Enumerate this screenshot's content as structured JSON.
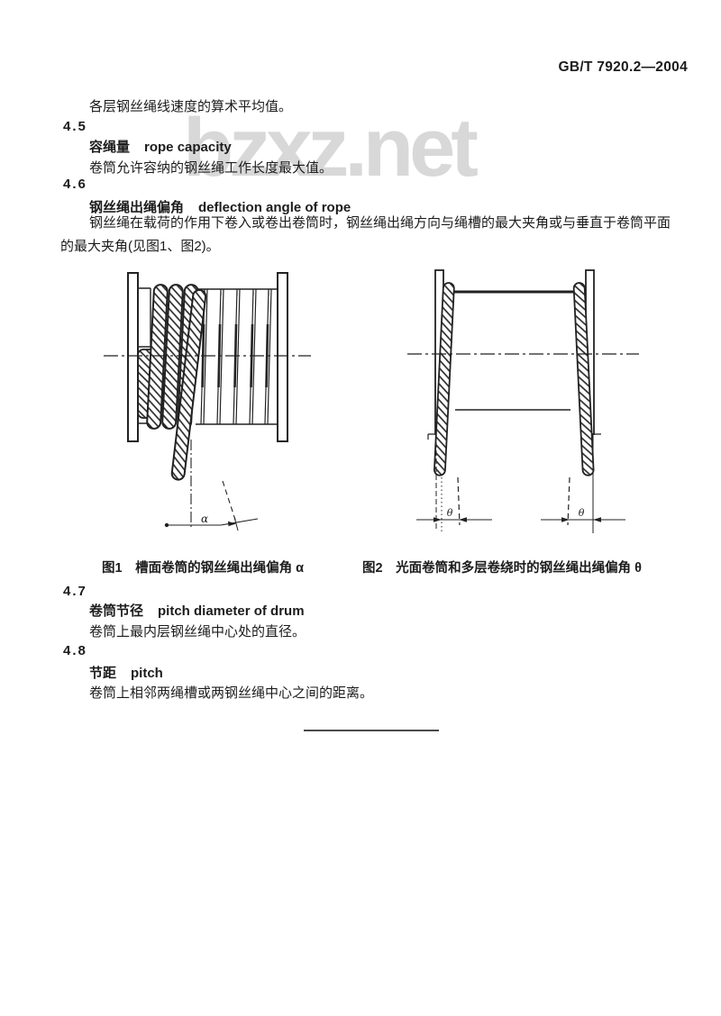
{
  "header": {
    "standard_code": "GB/T 7920.2—2004"
  },
  "watermark": {
    "text": "bzxz.net"
  },
  "content": {
    "intro_line": "各层钢丝绳线速度的算术平均值。",
    "sections": [
      {
        "number": "4.5",
        "term_cn": "容绳量",
        "term_en": "rope capacity",
        "definition": "卷筒允许容纳的钢丝绳工作长度最大值。"
      },
      {
        "number": "4.6",
        "term_cn": "钢丝绳出绳偏角",
        "term_en": "deflection angle of rope",
        "definition": "钢丝绳在载荷的作用下卷入或卷出卷筒时，钢丝绳出绳方向与绳槽的最大夹角或与垂直于卷筒平面的最大夹角(见图1、图2)。"
      },
      {
        "number": "4.7",
        "term_cn": "卷筒节径",
        "term_en": "pitch diameter of drum",
        "definition": "卷筒上最内层钢丝绳中心处的直径。"
      },
      {
        "number": "4.8",
        "term_cn": "节距",
        "term_en": "pitch",
        "definition": "卷筒上相邻两绳槽或两钢丝绳中心之间的距离。"
      }
    ]
  },
  "figures": [
    {
      "caption": "图1　槽面卷筒的钢丝绳出绳偏角 α",
      "angle_label": "α"
    },
    {
      "caption": "图2　光面卷筒和多层卷绕时的钢丝绳出绳偏角 θ",
      "angle_label": "θ"
    }
  ]
}
